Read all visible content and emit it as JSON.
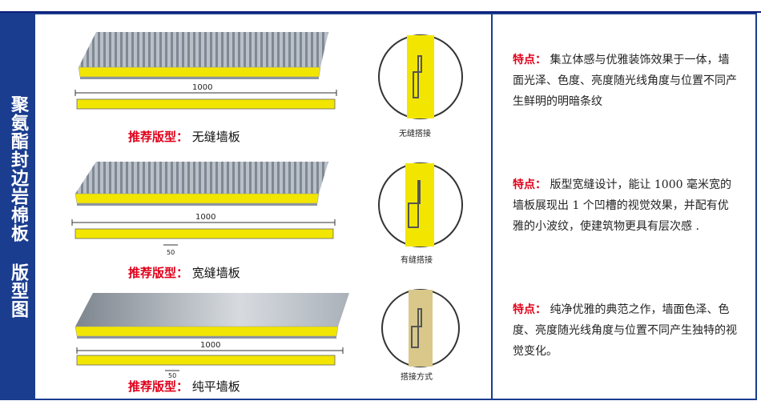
{
  "sidebar": {
    "title": "聚氨酯封边岩棉板 版型图"
  },
  "panels": [
    {
      "recommend_label": "推荐版型：",
      "name": "无缝墙板",
      "dimension": "1000",
      "joint_caption": "无缝搭接",
      "feature_label": "特点：",
      "feature_text": "集立体感与优雅装饰效果于一体，墙面光泽、色度、亮度随光线角度与位置不同产生鲜明的明暗条纹"
    },
    {
      "recommend_label": "推荐版型：",
      "name": "宽缝墙板",
      "dimension": "1000",
      "groove": "50",
      "joint_caption": "有缝搭接",
      "feature_label": "特点：",
      "feature_text": "版型宽缝设计，能让 1000 毫米宽的墙板展现出 1 个凹槽的视觉效果，并配有优雅的小波纹，使建筑物更具有层次感 ."
    },
    {
      "recommend_label": "推荐版型：",
      "name": "纯平墙板",
      "dimension": "1000",
      "groove": "50",
      "joint_caption": "搭接方式",
      "feature_label": "特点：",
      "feature_text": "纯净优雅的典范之作，墙面色泽、色度、亮度随光线角度与位置不同产生独特的视觉变化。"
    }
  ],
  "colors": {
    "sidebar": "#1b3d8f",
    "accent": "#e0001b",
    "core": "#f2e600",
    "steel": "#9aa3ad"
  }
}
